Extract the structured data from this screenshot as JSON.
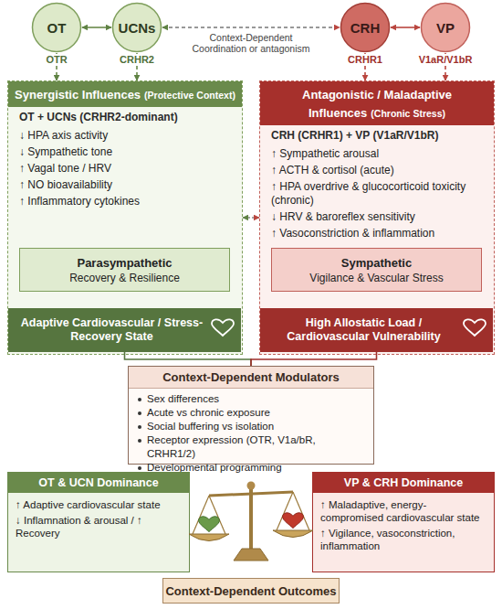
{
  "diagram": {
    "nodes": [
      {
        "text": [
          "OT"
        ]
      },
      {
        "text": [
          "UCNs"
        ]
      },
      {
        "text": [
          "CRH"
        ]
      },
      {
        "text": [
          "VP"
        ]
      },
      {
        "text": [
          "Synergistic Influences",
          "(Protective Context)",
          "OT + UCNs (CRHR2-dominant)",
          "↓ HPA axis activity",
          "↓ Sympathetic tone",
          "↑ Vagal tone / HRV",
          "↑ NO bioavailability",
          "↑ Inflammatory cytokines"
        ]
      },
      {
        "text": [
          "Parasympathetic",
          "Recovery & Resilience"
        ],
        "in": 4
      },
      {
        "text": [
          "Adaptive Cardiovascular / Stress-Recovery State"
        ],
        "in": 4
      },
      {
        "text": [
          "Antagonistic / Maladaptive Influences",
          "(Chronic Stress)",
          "CRH (CRHR1) + VP (V1aR/V1bR)",
          "↑ Sympathetic arousal",
          "↑ ACTH & cortisol (acute)",
          "↑ HPA overdrive & glucocorticoid toxicity (chronic)",
          "↓ HRV & baroreflex sensitivity",
          "↑ Vasoconstriction & inflammation"
        ]
      },
      {
        "text": [
          "Sympathetic",
          "Vigilance & Vascular Stress"
        ],
        "in": 7
      },
      {
        "text": [
          "High Allostatic Load / Cardiovascular Vulnerability"
        ],
        "in": 7
      },
      {
        "text": [
          "Context-Dependent Modulators",
          "Sex differences",
          "Acute vs chronic exposure",
          "Social buffering vs isolation",
          "Receptor expression (OTR, V1a/bR, CRHR1/2)",
          "Developmental programming"
        ]
      },
      {
        "text": [
          "OT & UCN Dominance",
          "↑ Adaptive cardiovascular state",
          "↓ Inflamnation & arousal / ↑ Recovery"
        ]
      },
      {
        "text": [
          "VP & CRH Dominance",
          "↑ Maladaptive, energy-compromised cardiovascular state",
          "↑ Vigilance, vasoconstriction, inflammation"
        ]
      },
      {
        "text": [
          "Context-Dependent Outcomes"
        ]
      }
    ],
    "edges": [
      {
        "from": 0,
        "to": 1,
        "arrow": "both"
      },
      {
        "from": 2,
        "to": 3,
        "arrow": "both"
      },
      {
        "from": 1,
        "to": 2,
        "label": "Context-Dependent Coordination or antagonism",
        "arrow": "both"
      },
      {
        "from": 0,
        "to": 4,
        "label": "OTR",
        "arrow": "to"
      },
      {
        "from": 1,
        "to": 4,
        "label": "CRHR2",
        "arrow": "to"
      },
      {
        "from": 2,
        "to": 7,
        "label": "CRHR1",
        "arrow": "to"
      },
      {
        "from": 3,
        "to": 7,
        "label": "V1aR/V1bR",
        "arrow": "to"
      },
      {
        "from": 4,
        "to": 7,
        "arrow": "both"
      },
      {
        "from": 6,
        "to": 10,
        "arrow": "none"
      },
      {
        "from": 9,
        "to": 10,
        "arrow": "none"
      }
    ]
  }
}
